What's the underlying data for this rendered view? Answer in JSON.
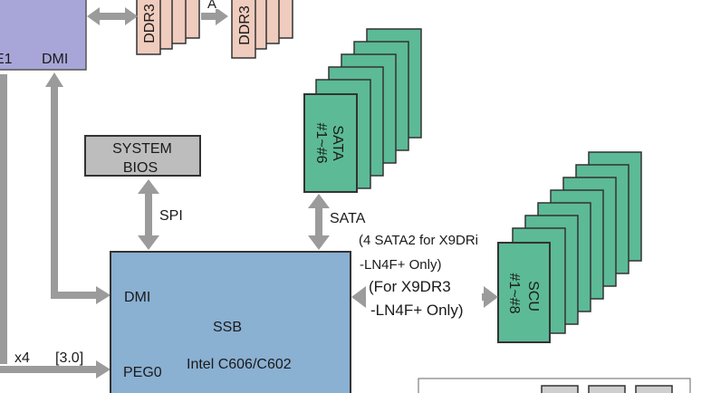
{
  "colors": {
    "cpu_block": "#a8a6d8",
    "ddr_card": "#efccbd",
    "sata_card": "#5cba96",
    "ssb_block": "#8ab0d2",
    "bios_box": "#bdbdbd",
    "arrow": "#9b9b9b",
    "line": "#333333"
  },
  "cpu": {
    "port_left": "E1",
    "port_dmi": "DMI"
  },
  "ddr": {
    "label": "DDR3",
    "channel_letter": "A"
  },
  "bios": {
    "line1": "SYSTEM",
    "line2": "BIOS"
  },
  "links": {
    "spi": "SPI",
    "sata": "SATA",
    "sata_note_1": "(4 SATA2 for X9DRi",
    "sata_note_2": "-LN4F+ Only)",
    "scu_note_1": "(For X9DR3",
    "scu_note_2": "-LN4F+ Only)",
    "pcie_width": "x4",
    "pcie_gen": "[3.0]"
  },
  "sata_stack": {
    "line1": "SATA",
    "line2": "#1~#6"
  },
  "scu_stack": {
    "line1": "SCU",
    "line2": "#1~#8"
  },
  "ssb": {
    "port_dmi": "DMI",
    "port_peg": "PEG0",
    "name": "SSB",
    "chip": "Intel C606/C602"
  }
}
